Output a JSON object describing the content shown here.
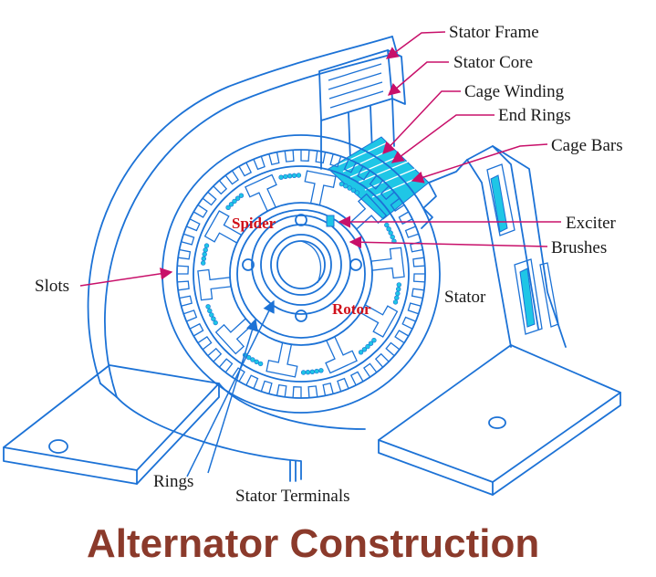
{
  "title": "Alternator Construction",
  "labels": {
    "stator_frame": "Stator Frame",
    "stator_core": "Stator Core",
    "cage_winding": "Cage Winding",
    "end_rings": "End Rings",
    "cage_bars": "Cage Bars",
    "exciter": "Exciter",
    "brushes": "Brushes",
    "stator": "Stator",
    "slots": "Slots",
    "rings": "Rings",
    "stator_terminals": "Stator Terminals",
    "spider": "Spider",
    "rotor": "Rotor"
  },
  "colors": {
    "line": "#1c72d6",
    "accent_cyan": "#1fc6e6",
    "arrow_magenta": "#c8106a",
    "label_red": "#d0101a",
    "title_brown": "#8b3a2b"
  }
}
